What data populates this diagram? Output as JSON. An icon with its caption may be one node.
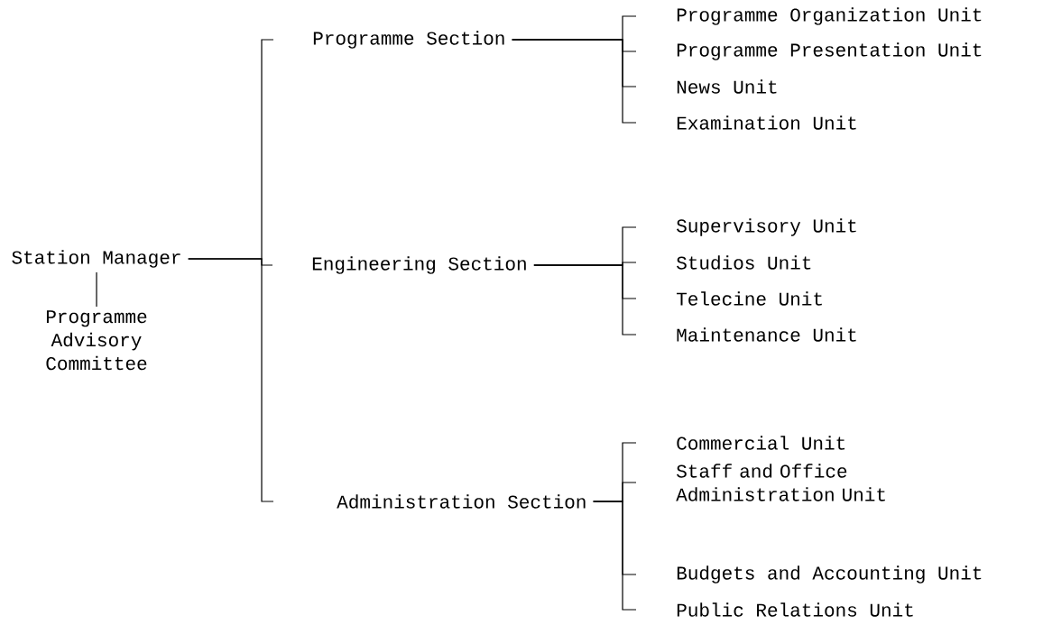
{
  "diagram": {
    "nodes": [
      {
        "text": [
          "Station Manager"
        ]
      },
      {
        "text": [
          "Programme Advisory Committee"
        ]
      },
      {
        "text": [
          "Programme Section"
        ]
      },
      {
        "text": [
          "Engineering Section"
        ]
      },
      {
        "text": [
          "Administration Section"
        ]
      },
      {
        "text": [
          "Programme Organization Unit"
        ]
      },
      {
        "text": [
          "Programme Presentation Unit"
        ]
      },
      {
        "text": [
          "News Unit"
        ]
      },
      {
        "text": [
          "Examination Unit"
        ]
      },
      {
        "text": [
          "Supervisory Unit"
        ]
      },
      {
        "text": [
          "Studios Unit"
        ]
      },
      {
        "text": [
          "Telecine Unit"
        ]
      },
      {
        "text": [
          "Maintenance Unit"
        ]
      },
      {
        "text": [
          "Commercial Unit"
        ]
      },
      {
        "text": [
          "Staff and Office Administration Unit"
        ]
      },
      {
        "text": [
          "Budgets and Accounting Unit"
        ]
      },
      {
        "text": [
          "Public Relations Unit"
        ]
      }
    ],
    "edges": [
      {
        "from": 0,
        "to": 1,
        "arrow": "none"
      },
      {
        "from": 0,
        "to": 2,
        "arrow": "none"
      },
      {
        "from": 0,
        "to": 3,
        "arrow": "none"
      },
      {
        "from": 0,
        "to": 4,
        "arrow": "none"
      },
      {
        "from": 2,
        "to": 5,
        "arrow": "none"
      },
      {
        "from": 2,
        "to": 6,
        "arrow": "none"
      },
      {
        "from": 2,
        "to": 7,
        "arrow": "none"
      },
      {
        "from": 2,
        "to": 8,
        "arrow": "none"
      },
      {
        "from": 3,
        "to": 9,
        "arrow": "none"
      },
      {
        "from": 3,
        "to": 10,
        "arrow": "none"
      },
      {
        "from": 3,
        "to": 11,
        "arrow": "none"
      },
      {
        "from": 3,
        "to": 12,
        "arrow": "none"
      },
      {
        "from": 4,
        "to": 13,
        "arrow": "none"
      },
      {
        "from": 4,
        "to": 14,
        "arrow": "none"
      },
      {
        "from": 4,
        "to": 15,
        "arrow": "none"
      },
      {
        "from": 4,
        "to": 16,
        "arrow": "none"
      }
    ]
  }
}
